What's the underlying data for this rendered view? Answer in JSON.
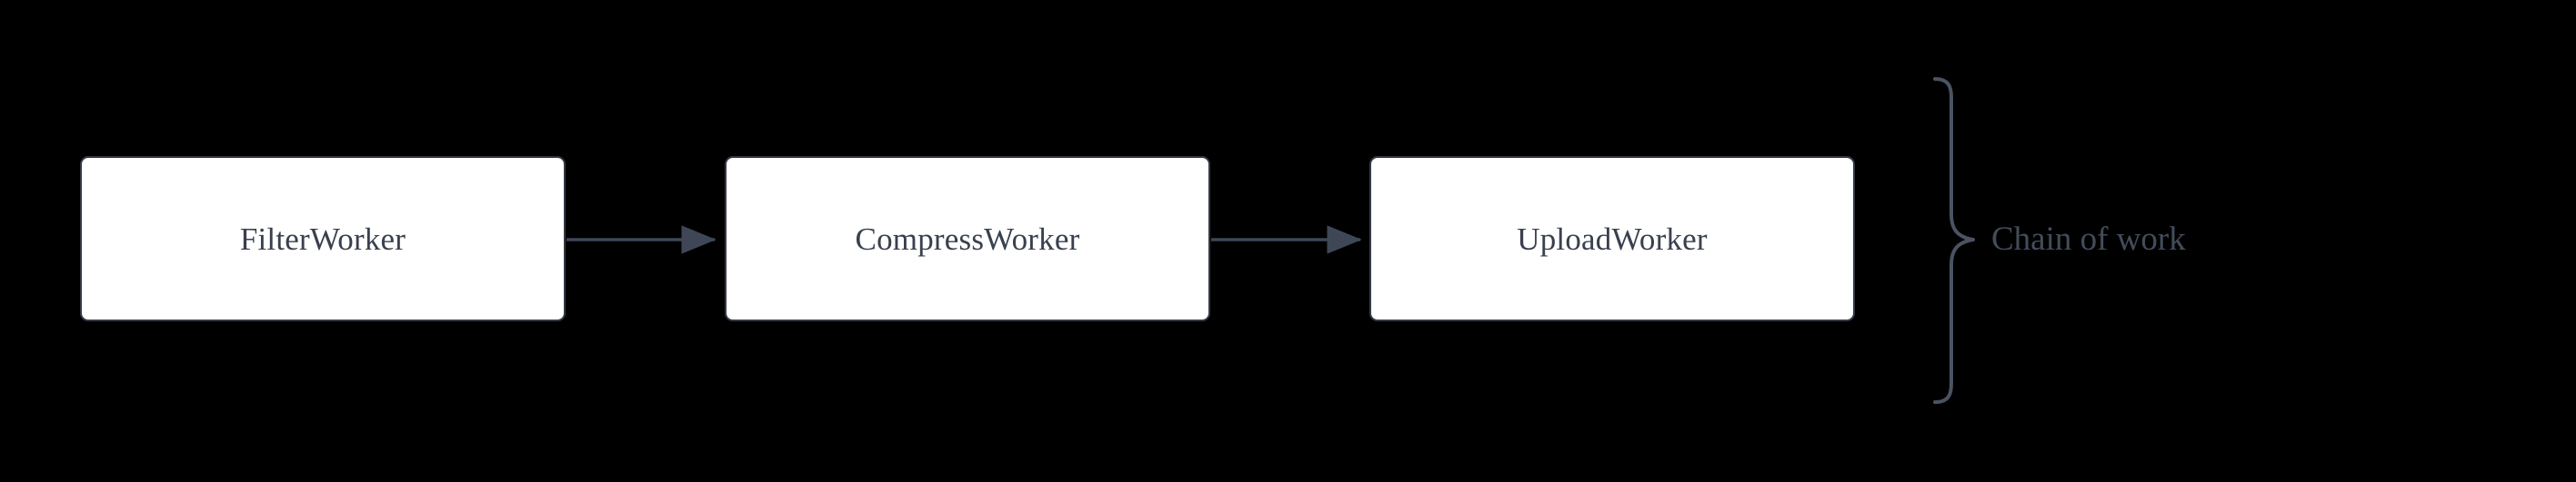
{
  "diagram": {
    "title": "Chain of work",
    "type": "flowchart-left-to-right",
    "background_color": "#000000",
    "node_fill_color": "#ffffff",
    "node_border_color": "#343a46",
    "node_text_color": "#39404e",
    "edge_color": "#3f4757",
    "brace_color": "#4a5361",
    "annotation_text_color": "#434c5b",
    "nodes": [
      {
        "id": "filter",
        "label": "FilterWorker"
      },
      {
        "id": "compress",
        "label": "CompressWorker"
      },
      {
        "id": "upload",
        "label": "UploadWorker"
      }
    ],
    "edges": [
      {
        "from": "filter",
        "to": "compress",
        "label": ""
      },
      {
        "from": "compress",
        "to": "upload",
        "label": ""
      }
    ],
    "annotations": [
      {
        "id": "chain-of-work",
        "label": "Chain of work",
        "kind": "brace",
        "covers": [
          "filter",
          "compress",
          "upload"
        ]
      }
    ]
  }
}
